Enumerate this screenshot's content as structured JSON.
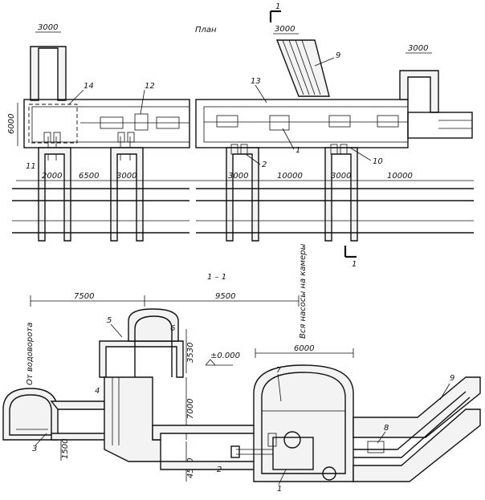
{
  "plan": {
    "title": "План",
    "dims": {
      "top_left_shaft": "3000",
      "top_pipes": "3000",
      "top_right_shaft": "3000",
      "height_left": "6000",
      "bay1": "2000",
      "bay2": "6500",
      "bay3": "3000",
      "bay4": "3000",
      "bay5": "10000",
      "bay6": "3000",
      "bay7": "10000"
    },
    "callouts": {
      "c14": "14",
      "c12": "12",
      "c11": "11",
      "c13": "13",
      "c9": "9",
      "c1": "1",
      "c2": "2",
      "c10": "10"
    },
    "section_marks": {
      "top": "1",
      "bottom": "1"
    }
  },
  "section": {
    "title": "1 – 1",
    "dims": {
      "left_span": "7500",
      "right_span": "9500",
      "chamber_width": "6000",
      "height_upper": "3530",
      "level": "±0.000",
      "height_mid": "7000",
      "height_low": "4500",
      "pipe_depth": "1500"
    },
    "side_labels": {
      "left": "От водоворота",
      "right": "Вся насосы на камеры"
    },
    "callouts": {
      "c5": "5",
      "c6": "6",
      "c4": "4",
      "c3": "3",
      "c7": "7",
      "c2": "2",
      "c1": "1",
      "c8": "8",
      "c9": "9"
    }
  }
}
